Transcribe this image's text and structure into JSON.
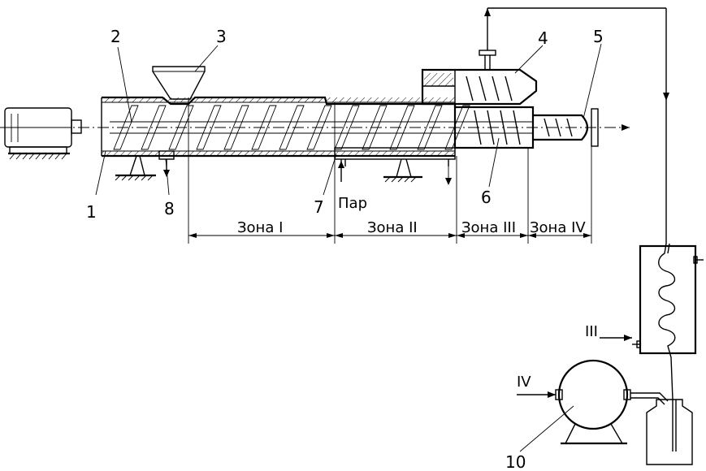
{
  "labels": {
    "n1": "1",
    "n2": "2",
    "n3": "3",
    "n4": "4",
    "n5": "5",
    "n6": "6",
    "n7": "7",
    "n8": "8",
    "n10": "10",
    "par": "Пар",
    "iii": "III",
    "iv": "IV"
  },
  "zones": [
    {
      "label": "Зона I"
    },
    {
      "label": "Зона II"
    },
    {
      "label": "Зона III"
    },
    {
      "label": "Зона IV"
    }
  ]
}
